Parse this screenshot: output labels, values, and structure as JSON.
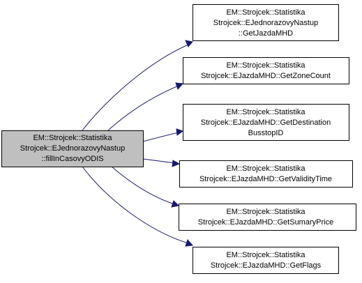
{
  "colors": {
    "source_fill": "#bfbfbf",
    "node_fill": "#ffffff",
    "border": "#000000",
    "edge": "#191970"
  },
  "diagram": {
    "source": {
      "lines": [
        "EM::Strojcek::Statistika",
        "Strojcek::EJednorazovyNastup",
        "::fillInCasovyODIS"
      ]
    },
    "targets": [
      {
        "lines": [
          "EM::Strojcek::Statistika",
          "Strojcek::EJednorazovyNastup",
          "::GetJazdaMHD"
        ]
      },
      {
        "lines": [
          "EM::Strojcek::Statistika",
          "Strojcek::EJazdaMHD::GetZoneCount"
        ]
      },
      {
        "lines": [
          "EM::Strojcek::Statistika",
          "Strojcek::EJazdaMHD::GetDestination",
          "BusstopID"
        ]
      },
      {
        "lines": [
          "EM::Strojcek::Statistika",
          "Strojcek::EJazdaMHD::GetValidityTime"
        ]
      },
      {
        "lines": [
          "EM::Strojcek::Statistika",
          "Strojcek::EJazdaMHD::GetSumaryPrice"
        ]
      },
      {
        "lines": [
          "EM::Strojcek::Statistika",
          "Strojcek::EJazdaMHD::GetFlags"
        ]
      }
    ]
  }
}
